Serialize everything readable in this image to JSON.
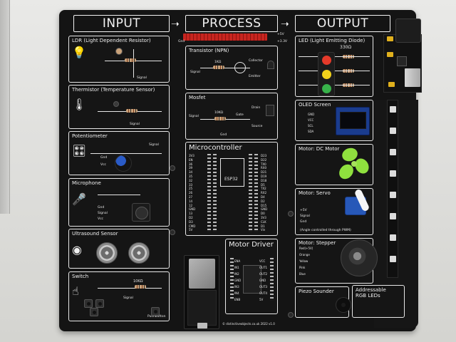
{
  "headers": {
    "input": "INPUT",
    "process": "PROCESS",
    "output": "OUTPUT"
  },
  "input_panels": {
    "ldr": "LDR (Light Dependent Resistor)",
    "thermistor": "Thermistor (Temperature Sensor)",
    "potentiometer": "Potentiometer",
    "microphone": "Microphone",
    "ultrasound": "Ultrasound Sensor",
    "switch": "Switch",
    "switch_res": "10KΩ",
    "pushbutton": "Pushbutton",
    "signal": "Signal",
    "gnd": "Gnd",
    "vcc": "Vcc"
  },
  "process_panels": {
    "transistor": "Transistor (NPN)",
    "mosfet": "Mosfet",
    "microcontroller": "Microcontroller",
    "esp32": "ESP32",
    "motor_driver": "Motor Driver",
    "collector": "Collector",
    "emitter": "Emitter",
    "gate": "Gate",
    "drain": "Drain",
    "source": "Source",
    "v5": "+5V",
    "v33": "+3.3V",
    "res_1k": "1KΩ",
    "res_10k": "10KΩ",
    "mcu_pins_left": [
      "3V3",
      "EN",
      "36",
      "39",
      "34",
      "35",
      "32",
      "33",
      "25",
      "26",
      "27",
      "14",
      "12",
      "GND",
      "13",
      "D2",
      "D3",
      "CMD",
      "5V"
    ],
    "mcu_pins_right": [
      "D23",
      "D22",
      "TX0",
      "RX0",
      "D21",
      "D19",
      "D18",
      "D5",
      "TX2",
      "RX2",
      "D4",
      "D2",
      "D15",
      "GND",
      "D0",
      "3V3",
      "CLK",
      "D1",
      "Vin"
    ],
    "driver_left": [
      "ENA",
      "IN1",
      "IN2",
      "GND",
      "IN3",
      "IN4",
      "ENB"
    ],
    "driver_right": [
      "VCC",
      "OUT1",
      "OUT2",
      "GND",
      "OUT3",
      "OUT4",
      "5V"
    ]
  },
  "output_panels": {
    "led": "LED (Light Emitting Diode)",
    "led_res": "330Ω",
    "oled": "OLED Screen",
    "oled_pins": [
      "GND",
      "VCC",
      "SCL",
      "SDA"
    ],
    "dc_motor": "Motor: DC Motor",
    "servo": "Motor: Servo",
    "servo_note": "(Angle controlled through PWM)",
    "stepper": "Motor: Stepper",
    "stepper_wires": [
      "Red(+5V)",
      "Orange",
      "Yellow",
      "Pink",
      "Blue"
    ],
    "piezo": "Piezo Sounder",
    "rgb": "Addressable RGB LEDs"
  },
  "footer": {
    "credit": "© distinctiveobjects.co.uk 2022 v1.0"
  },
  "colors": {
    "board": "#141414",
    "silkscreen": "#f0f0f0",
    "header_pins": "#c7251f",
    "led_red": "#e53a2a",
    "led_yellow": "#f2d21b",
    "led_green": "#37b24a",
    "fan": "#8fe03e",
    "oled_pcb": "#1a3c8e",
    "servo": "#2758b8",
    "pot_knob": "#2a5bc7"
  }
}
